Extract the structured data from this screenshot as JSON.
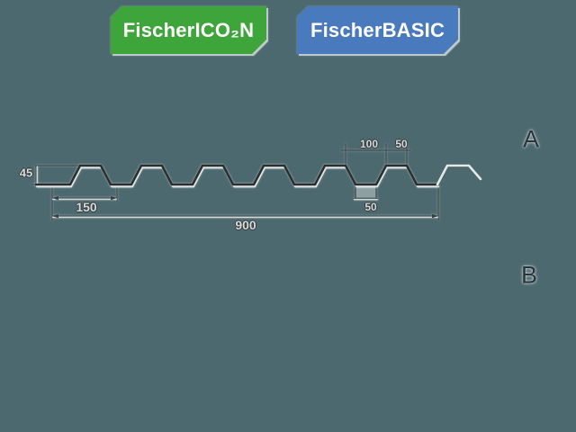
{
  "background_color": "#4c6970",
  "product_tabs": [
    {
      "label": "FischerICO₂N",
      "color": "#3ea53b",
      "text_color": "#ffffff"
    },
    {
      "label": "FischerBASIC",
      "color": "#4a7abe",
      "text_color": "#ffffff"
    }
  ],
  "drawing": {
    "view_labels": {
      "a": "A",
      "b": "B"
    },
    "dimensions": {
      "profile_height": "45",
      "rib_pitch": "150",
      "cover_width": "900",
      "rib_opening_top": "100",
      "crest_width": "50",
      "valley_width": "50"
    },
    "line_colors": {
      "profile": "#2c2f2f",
      "highlight": "#edf1ef",
      "overlap_rib": "#e4e8e6"
    }
  }
}
